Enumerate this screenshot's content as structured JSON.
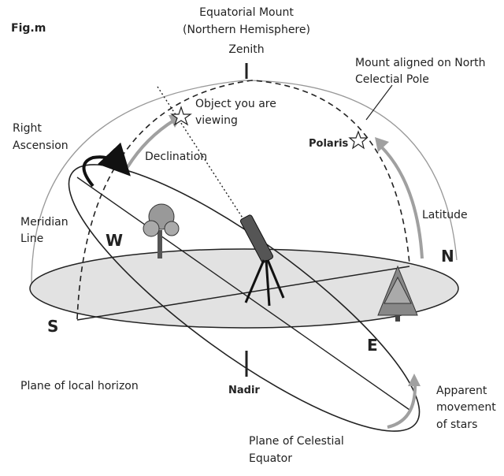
{
  "figure": {
    "fig_label": "Fig.m",
    "title_line1": "Equatorial Mount",
    "title_line2": "(Northern Hemisphere)",
    "zenith": "Zenith",
    "mount_aligned_line1": "Mount aligned on North",
    "mount_aligned_line2": "Celectial Pole",
    "object_line1": "Object you are",
    "object_line2": "viewing",
    "right_ascension_line1": "Right",
    "right_ascension_line2": "Ascension",
    "declination": "Declination",
    "polaris": "Polaris",
    "latitude": "Latitude",
    "meridian_line1": "Meridian",
    "meridian_line2": "Line",
    "dir_w": "W",
    "dir_n": "N",
    "dir_s": "S",
    "dir_e": "E",
    "nadir": "Nadir",
    "horizon_plane": "Plane of local horizon",
    "apparent_line1": "Apparent",
    "apparent_line2": "movement",
    "apparent_line3": "of stars",
    "equator_line1": "Plane of Celestial",
    "equator_line2": "Equator"
  }
}
